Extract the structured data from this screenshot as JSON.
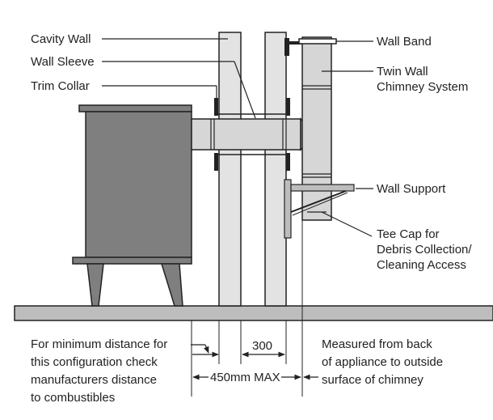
{
  "labels": {
    "cavity_wall": "Cavity Wall",
    "wall_sleeve": "Wall Sleeve",
    "trim_collar": "Trim Collar",
    "wall_band": "Wall Band",
    "chimney_line1": "Twin Wall",
    "chimney_line2": "Chimney System",
    "wall_support": "Wall Support",
    "tee_cap_line1": "Tee Cap for",
    "tee_cap_line2": "Debris Collection/",
    "tee_cap_line3": "Cleaning Access"
  },
  "dimensions": {
    "cavity": "300",
    "max": "450mm MAX"
  },
  "notes": {
    "left": [
      "For minimum distance for",
      "this configuration check",
      "manufacturers distance",
      "to combustibles"
    ],
    "right": [
      "Measured from back",
      "of appliance to outside",
      "surface of chimney"
    ]
  },
  "colors": {
    "stove": "#7f7f7f",
    "wall": "#e3e3e3",
    "floor": "#bdbdbd",
    "flue": "#d6d6d6",
    "outline": "#222222"
  }
}
